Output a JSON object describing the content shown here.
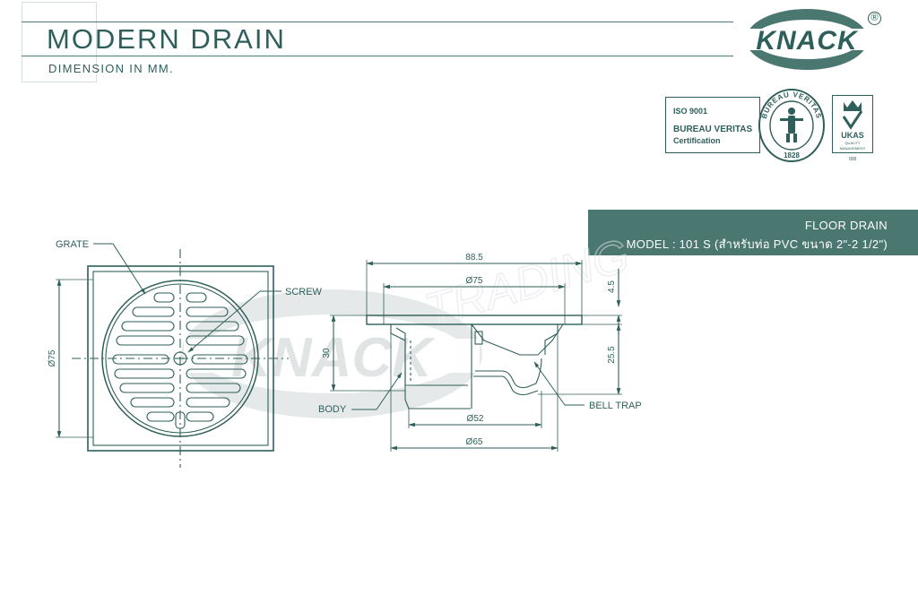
{
  "header": {
    "title": "MODERN DRAIN",
    "subtitle": "DIMENSION IN MM."
  },
  "brand": {
    "logo_text": "KNACK",
    "registered_mark": "®"
  },
  "certification": {
    "standard": "ISO 9001",
    "body": "BUREAU VERITAS",
    "type": "Certification",
    "seal_top": "BUREAU VERITAS",
    "seal_year": "1828",
    "ukas_label": "UKAS",
    "ukas_sub1": "QUALITY",
    "ukas_sub2": "MANAGEMENT",
    "ukas_number": "008"
  },
  "product": {
    "category": "FLOOR DRAIN",
    "model": "MODEL : 101 S (สำหรับท่อ PVC ขนาด 2\"-2 1/2\")"
  },
  "labels": {
    "grate": "GRATE",
    "screw": "SCREW",
    "body": "BODY",
    "bell_trap": "BELL TRAP"
  },
  "dimensions": {
    "top_width": "88.5",
    "inner_diameter": "Ø75",
    "plan_diameter": "Ø75",
    "top_height": "4.5",
    "total_height": "30",
    "trap_height": "25.5",
    "body_diameter": "Ø52",
    "outer_diameter": "Ø65"
  },
  "watermark": {
    "word": "KNACK",
    "trading": "TRADING"
  },
  "colors": {
    "ink": "#2f5f5a",
    "banner": "#4a7770",
    "watermark": "#c9cfd0"
  }
}
